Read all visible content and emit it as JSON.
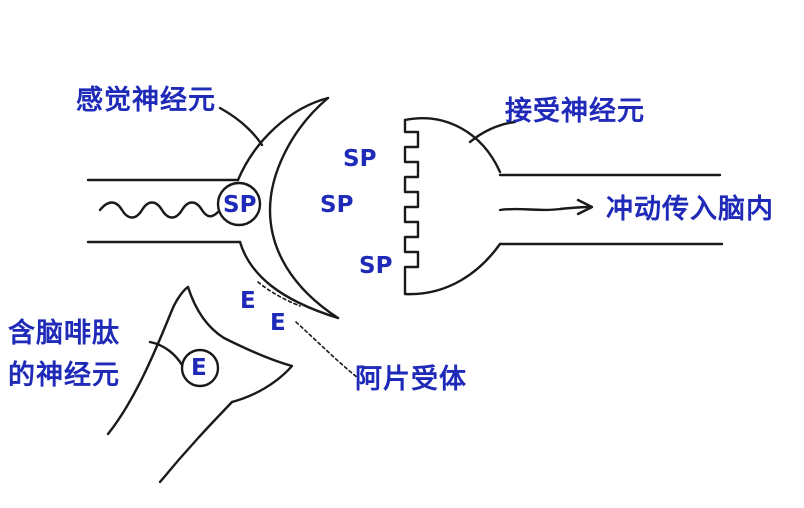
{
  "labels": {
    "sensory_neuron": "感觉神经元",
    "receiving_neuron": "接受神经元",
    "impulse_to_brain": "冲动传入脑内",
    "enkephalin_neuron_line1": "含脑啡肽",
    "enkephalin_neuron_line2": "的神经元",
    "opiate_receptor": "阿片受体"
  },
  "molecules": {
    "sp": "SP",
    "e": "E"
  },
  "colors": {
    "label_text": "#1f2bb8",
    "outline": "#1a1a1a"
  }
}
